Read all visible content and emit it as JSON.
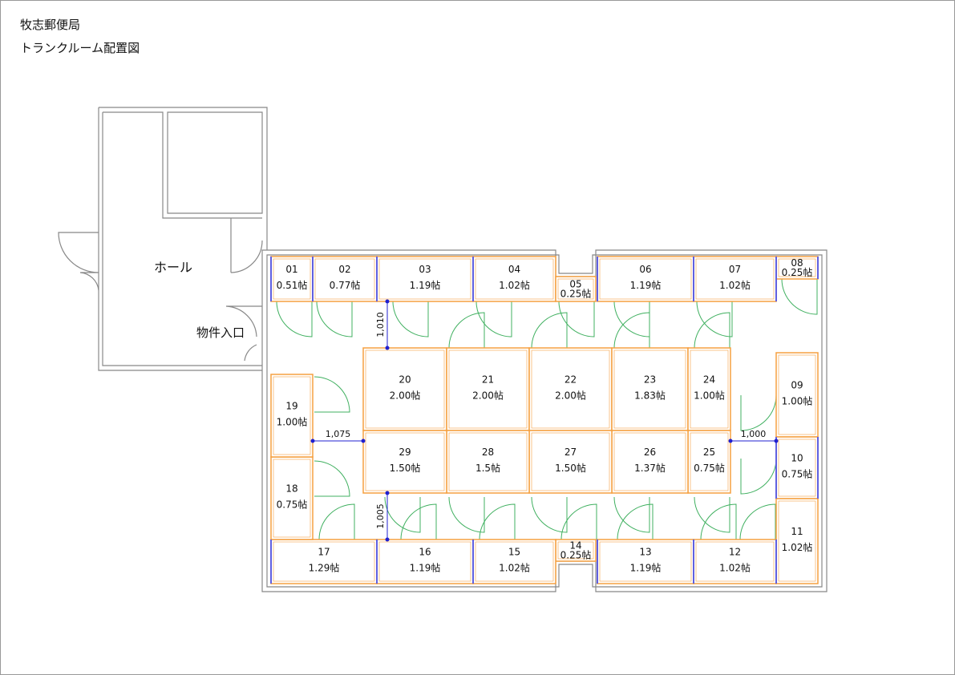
{
  "title": "牧志郵便局",
  "subtitle": "トランクルーム配置図",
  "hall_label": "ホール",
  "entrance_label": "物件入口",
  "unit_suffix": "帖",
  "rooms": [
    {
      "id": "01",
      "area": "0.51帖"
    },
    {
      "id": "02",
      "area": "0.77帖"
    },
    {
      "id": "03",
      "area": "1.19帖"
    },
    {
      "id": "04",
      "area": "1.02帖"
    },
    {
      "id": "05",
      "area": "0.25帖"
    },
    {
      "id": "06",
      "area": "1.19帖"
    },
    {
      "id": "07",
      "area": "1.02帖"
    },
    {
      "id": "08",
      "area": "0.25帖"
    },
    {
      "id": "09",
      "area": "1.00帖"
    },
    {
      "id": "10",
      "area": "0.75帖"
    },
    {
      "id": "11",
      "area": "1.02帖"
    },
    {
      "id": "12",
      "area": "1.02帖"
    },
    {
      "id": "13",
      "area": "1.19帖"
    },
    {
      "id": "14",
      "area": "0.25帖"
    },
    {
      "id": "15",
      "area": "1.02帖"
    },
    {
      "id": "16",
      "area": "1.19帖"
    },
    {
      "id": "17",
      "area": "1.29帖"
    },
    {
      "id": "18",
      "area": "0.75帖"
    },
    {
      "id": "19",
      "area": "1.00帖"
    },
    {
      "id": "20",
      "area": "2.00帖"
    },
    {
      "id": "21",
      "area": "2.00帖"
    },
    {
      "id": "22",
      "area": "2.00帖"
    },
    {
      "id": "23",
      "area": "1.83帖"
    },
    {
      "id": "24",
      "area": "1.00帖"
    },
    {
      "id": "25",
      "area": "0.75帖"
    },
    {
      "id": "26",
      "area": "1.37帖"
    },
    {
      "id": "27",
      "area": "1.50帖"
    },
    {
      "id": "28",
      "area": "1.5帖"
    },
    {
      "id": "29",
      "area": "1.50帖"
    }
  ],
  "dimensions": [
    "1,010",
    "1,075",
    "1,000",
    "1,005"
  ],
  "colors": {
    "wall": "#888888",
    "room": "#f5a040",
    "partition": "#6060e0",
    "door": "#40b060",
    "dim": "#2020d0",
    "accent": "#e040e0"
  }
}
